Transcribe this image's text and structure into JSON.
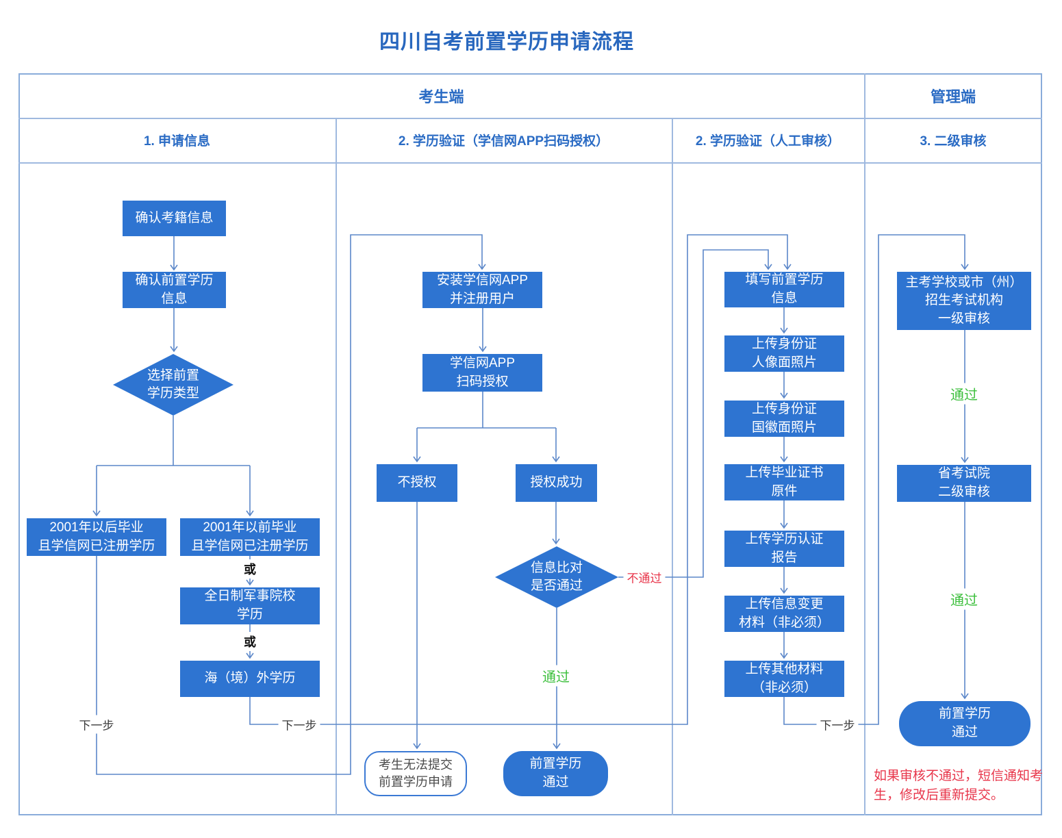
{
  "title": "四川自考前置学历申请流程",
  "headers": {
    "candidate": "考生端",
    "admin": "管理端",
    "columns": [
      "1. 申请信息",
      "2. 学历验证（学信网APP扫码授权）",
      "2. 学历验证（人工审核）",
      "3. 二级审核"
    ]
  },
  "nodes": {
    "confirm_registration": "确认考籍信息",
    "confirm_prior_education": "确认前置学历\n信息",
    "choose_type": "选择前置\n学历类型",
    "after_2001": "2001年以后毕业\n且学信网已注册学历",
    "before_2001": "2001年以前毕业\n且学信网已注册学历",
    "military_school": "全日制军事院校\n学历",
    "overseas": "海（境）外学历",
    "install_app": "安装学信网APP\n并注册用户",
    "scan_auth": "学信网APP\n扫码授权",
    "no_auth": "不授权",
    "auth_success": "授权成功",
    "info_compare": "信息比对\n是否通过",
    "cannot_submit": "考生无法提交\n前置学历申请",
    "passed_candidate": "前置学历\n通过",
    "fill_info": "填写前置学历\n信息",
    "upload_id_front": "上传身份证\n人像面照片",
    "upload_id_back": "上传身份证\n国徽面照片",
    "upload_diploma": "上传毕业证书\n原件",
    "upload_report": "上传学历认证\n报告",
    "upload_change": "上传信息变更\n材料（非必须）",
    "upload_other": "上传其他材料\n（非必须）",
    "first_review": "主考学校或市（州）\n招生考试机构\n一级审核",
    "second_review": "省考试院\n二级审核",
    "passed_admin": "前置学历\n通过"
  },
  "edge_labels": {
    "or": "或",
    "next": "下一步",
    "pass": "通过",
    "fail": "不通过"
  },
  "note": "如果审核不通过，短信通知考\n生，修改后重新提交。",
  "colors": {
    "box_blue": "#2E74D1",
    "line_blue": "#5B87C9",
    "header_blue": "#2A6BC4",
    "pass_green": "#3CBF3C",
    "fail_red": "#E8364B",
    "grid_blue": "#9FB9DF"
  }
}
